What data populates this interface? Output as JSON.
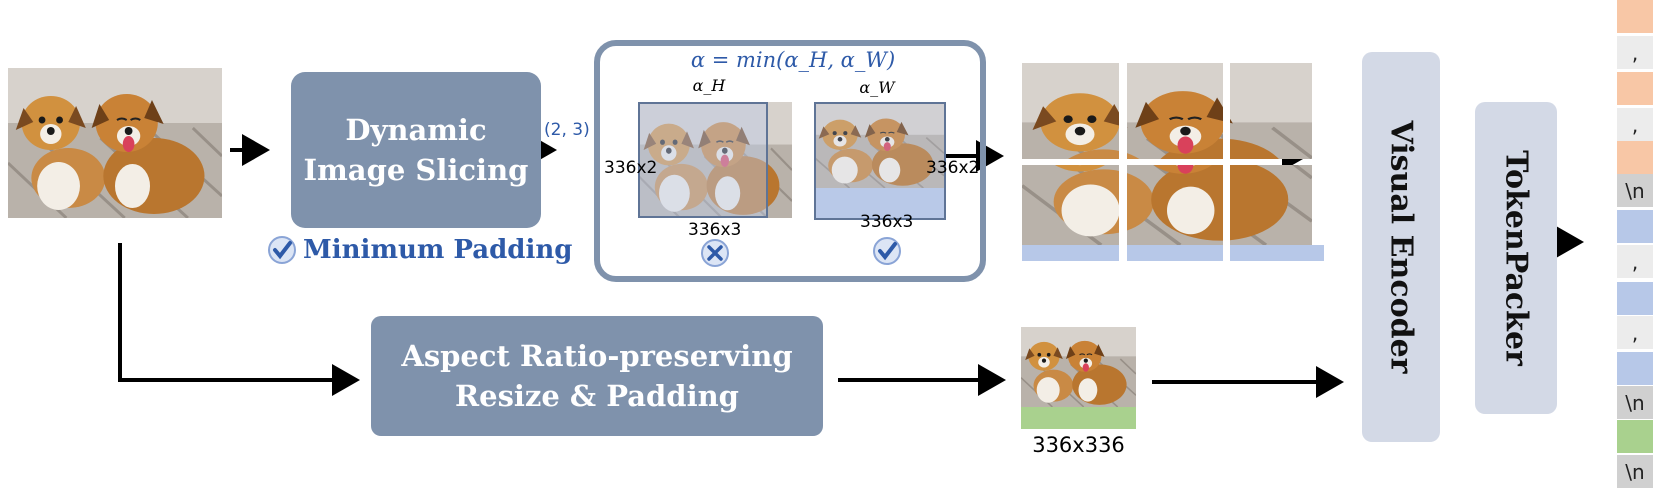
{
  "dynamic_box": {
    "line1": "Dynamic",
    "line2": "Image Slicing"
  },
  "min_padding": {
    "label": "Minimum Padding"
  },
  "grid_label": "(2, 3)",
  "alpha_panel": {
    "formula": "α = min(α_H, α_W)",
    "alpha_h": "α_H",
    "alpha_w": "α_W",
    "h_option": {
      "side_label": "336x2",
      "bottom_label": "336x3",
      "mark": "cross"
    },
    "w_option": {
      "side_label": "336x2",
      "bottom_label": "336x3",
      "mark": "check"
    }
  },
  "resize_box": {
    "line1": "Aspect Ratio-preserving",
    "line2": "Resize & Padding"
  },
  "thumbnail_label": "336x336",
  "visual_encoder": "Visual Encoder",
  "token_packer": "TokenPacker",
  "tokens": [
    {
      "type": "orange",
      "text": "",
      "color": "#f8c7a6"
    },
    {
      "type": "light",
      "text": ",",
      "color": "#ececec"
    },
    {
      "type": "orange",
      "text": "",
      "color": "#f8c7a6"
    },
    {
      "type": "light",
      "text": ",",
      "color": "#ececec"
    },
    {
      "type": "orange",
      "text": "",
      "color": "#f8c7a6"
    },
    {
      "type": "gray",
      "text": "\\n",
      "color": "#d0d0d0"
    },
    {
      "type": "blue",
      "text": "",
      "color": "#b7c8e8"
    },
    {
      "type": "light",
      "text": ",",
      "color": "#ececec"
    },
    {
      "type": "blue",
      "text": "",
      "color": "#b7c8e8"
    },
    {
      "type": "light",
      "text": ",",
      "color": "#ececec"
    },
    {
      "type": "blue",
      "text": "",
      "color": "#b7c8e8"
    },
    {
      "type": "gray",
      "text": "\\n",
      "color": "#d0d0d0"
    },
    {
      "type": "green",
      "text": "",
      "color": "#a9d18e"
    },
    {
      "type": "gray",
      "text": "\\n",
      "color": "#d0d0d0"
    }
  ],
  "colors": {
    "box_fill": "#7f92ac",
    "panel_border": "#7f92ac",
    "accent_text": "#2e5aa8",
    "padding_blue": "#b7c8e8",
    "padding_green": "#a9d18e",
    "encoder_fill": "#d3d9e6"
  }
}
